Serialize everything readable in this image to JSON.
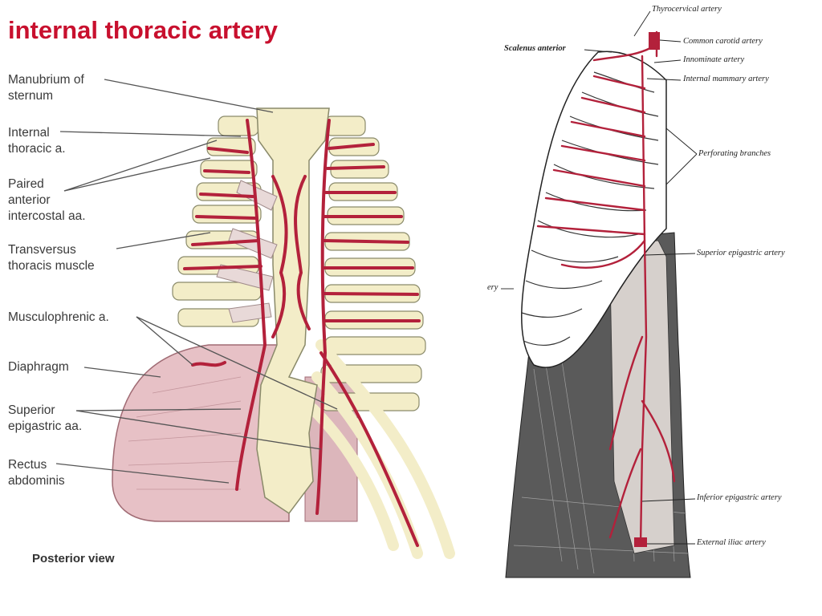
{
  "title": "internal thoracic artery",
  "left_figure": {
    "labels": [
      "Manubrium of\nsternum",
      "Internal\nthoracic a.",
      "Paired\nanterior\nintercostal aa.",
      "Transversus\nthoracis muscle",
      "Musculophrenic a.",
      "Diaphragm",
      "Superior\nepigastric aa.",
      "Rectus\nabdominis"
    ],
    "caption": "Posterior view"
  },
  "right_figure": {
    "labels": [
      "Thyrocervical artery",
      "Common carotid artery",
      "Innominate artery",
      "Internal mammary artery",
      "Perforating branches",
      "Superior epigastric artery",
      "Inferior epigastric artery",
      "External iliac artery",
      "Scalenus anterior",
      "ery"
    ]
  },
  "colors": {
    "title": "#c8102e",
    "artery": "#b3213b",
    "bone": "#f3edc8",
    "diaphragm": "#e7c1c6",
    "muscle": "#d8cfd0"
  }
}
